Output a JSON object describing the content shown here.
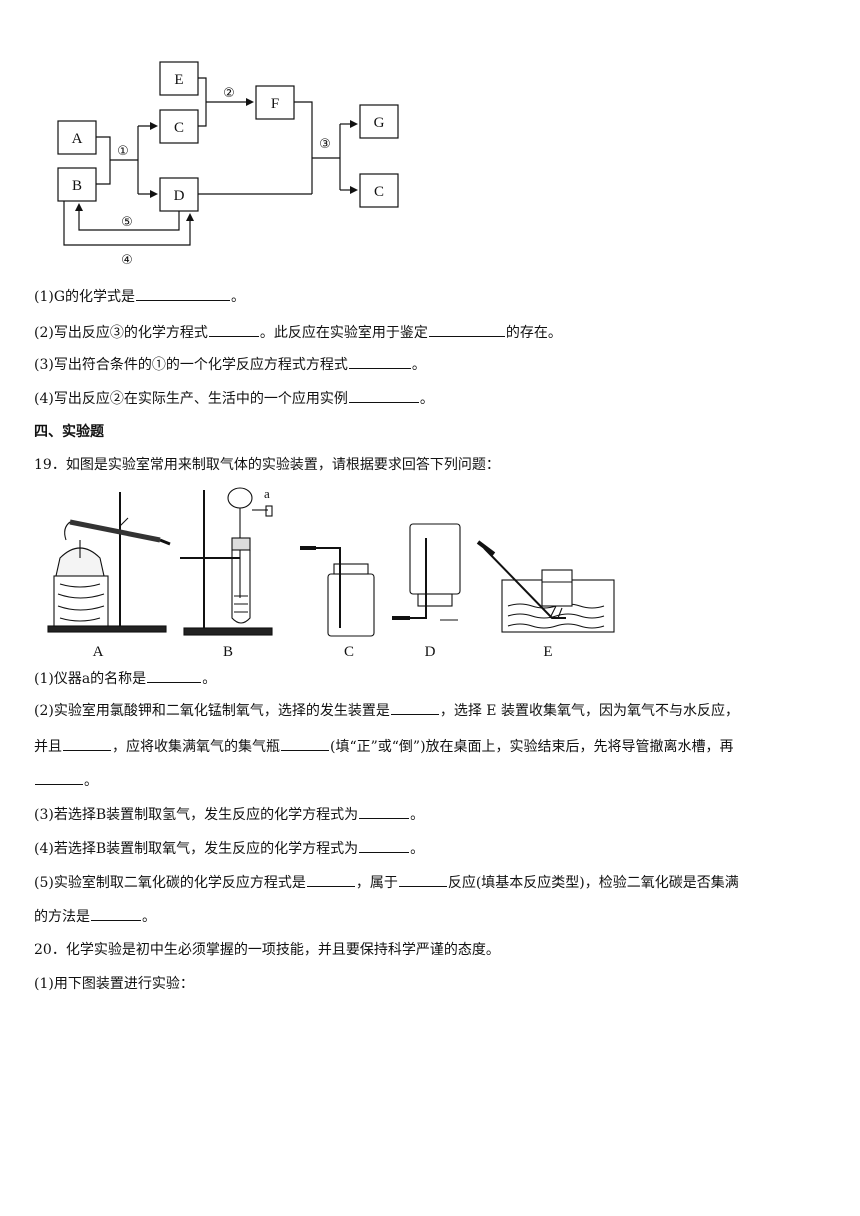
{
  "flow": {
    "boxes": {
      "A": "A",
      "B": "B",
      "C1": "C",
      "D": "D",
      "E": "E",
      "F": "F",
      "G": "G",
      "C2": "C"
    },
    "reactions": {
      "r1": "①",
      "r2": "②",
      "r3": "③",
      "r4": "④",
      "r5": "⑤"
    }
  },
  "q18": {
    "p1_pre": "(1)G的化学式是",
    "p1_post": "。",
    "p2_pre": "(2)写出反应③的化学方程式",
    "p2_mid": "。此反应在实验室用于鉴定",
    "p2_post": "的存在。",
    "p3_pre": "(3)写出符合条件的①的一个化学反应方程式方程式",
    "p3_post": "。",
    "p4_pre": "(4)写出反应②在实际生产、生活中的一个应用实例",
    "p4_post": "。"
  },
  "section4": {
    "heading": "四、实验题"
  },
  "q19": {
    "intro": "19．如图是实验室常用来制取气体的实验装置，请根据要求回答下列问题：",
    "apparatus_labels": [
      "A",
      "B",
      "C",
      "D",
      "E"
    ],
    "marker_a": "a",
    "p1_pre": "(1)仪器a的名称是",
    "p1_post": "。",
    "p2_l1_pre": "(2)实验室用氯酸钾和二氧化锰制氧气，选择的发生装置是",
    "p2_l1_post": "，选择 E 装置收集氧气，因为氧气不与水反应，",
    "p2_l2_pre": "并且",
    "p2_l2_mid": "，应将收集满氧气的集气瓶",
    "p2_l2_post": "(填“正”或“倒”)放在桌面上，实验结束后，先将导管撤离水槽，再",
    "p2_l3_post": "。",
    "p3_pre": "(3)若选择B装置制取氢气，发生反应的化学方程式为",
    "p3_post": "。",
    "p4_pre": "(4)若选择B装置制取氧气，发生反应的化学方程式为",
    "p4_post": "。",
    "p5_l1_pre": "(5)实验室制取二氧化碳的化学反应方程式是",
    "p5_l1_mid": "，属于",
    "p5_l1_post": "反应(填基本反应类型)，检验二氧化碳是否集满",
    "p5_l2_pre": "的方法是",
    "p5_l2_post": "。"
  },
  "q20": {
    "intro": "20．化学实验是初中生必须掌握的一项技能，并且要保持科学严谨的态度。",
    "p1": "(1)用下图装置进行实验："
  }
}
